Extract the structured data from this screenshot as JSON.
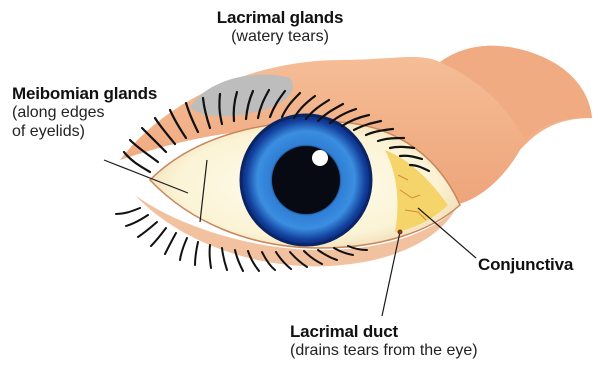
{
  "diagram": {
    "labels": {
      "lacrimal_glands": {
        "title": "Lacrimal glands",
        "subtitle": "(watery tears)"
      },
      "meibomian_glands": {
        "title": "Meibomian glands",
        "line2": "(along edges",
        "line3": "of eyelids)"
      },
      "conjunctiva": {
        "title": "Conjunctiva"
      },
      "lacrimal_duct": {
        "title": "Lacrimal duct",
        "subtitle": "(drains tears from the eye)"
      }
    },
    "colors": {
      "skin": "#f3b48a",
      "skin_shadow": "#e39a6e",
      "sclera": "#fbf6dc",
      "iris_outer": "#0b2f86",
      "iris_inner": "#4aa0ea",
      "pupil": "#05070d",
      "gland": "#b9b9b9",
      "conjunctiva_yellow": "#f2c94c",
      "lash": "#111111"
    }
  }
}
